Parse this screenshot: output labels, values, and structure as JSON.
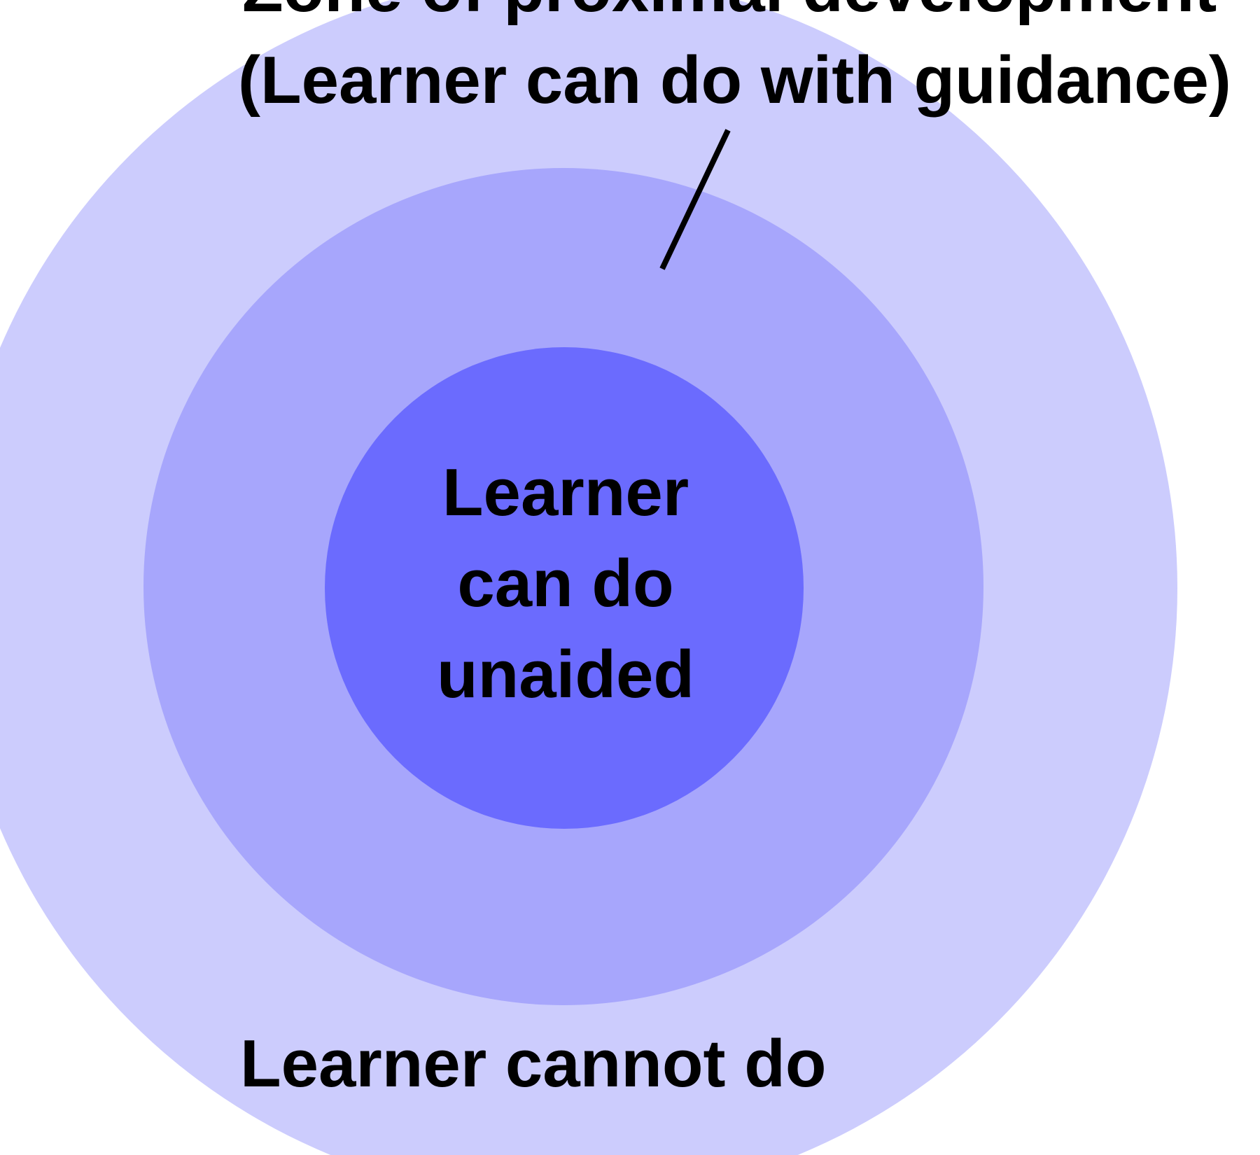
{
  "diagram": {
    "labels": {
      "zpd_line1": "Zone of proximal development",
      "zpd_line2": "(Learner can do with guidance)",
      "inner_line1": "Learner",
      "inner_line2": "can do",
      "inner_line3": "unaided",
      "outer": "Learner cannot do"
    },
    "colors": {
      "outer_zone": "#ccccfd",
      "middle_zone": "#a7a6fc",
      "inner_zone": "#6b6bfe",
      "text": "#000000",
      "pointer_line": "#000000"
    }
  }
}
